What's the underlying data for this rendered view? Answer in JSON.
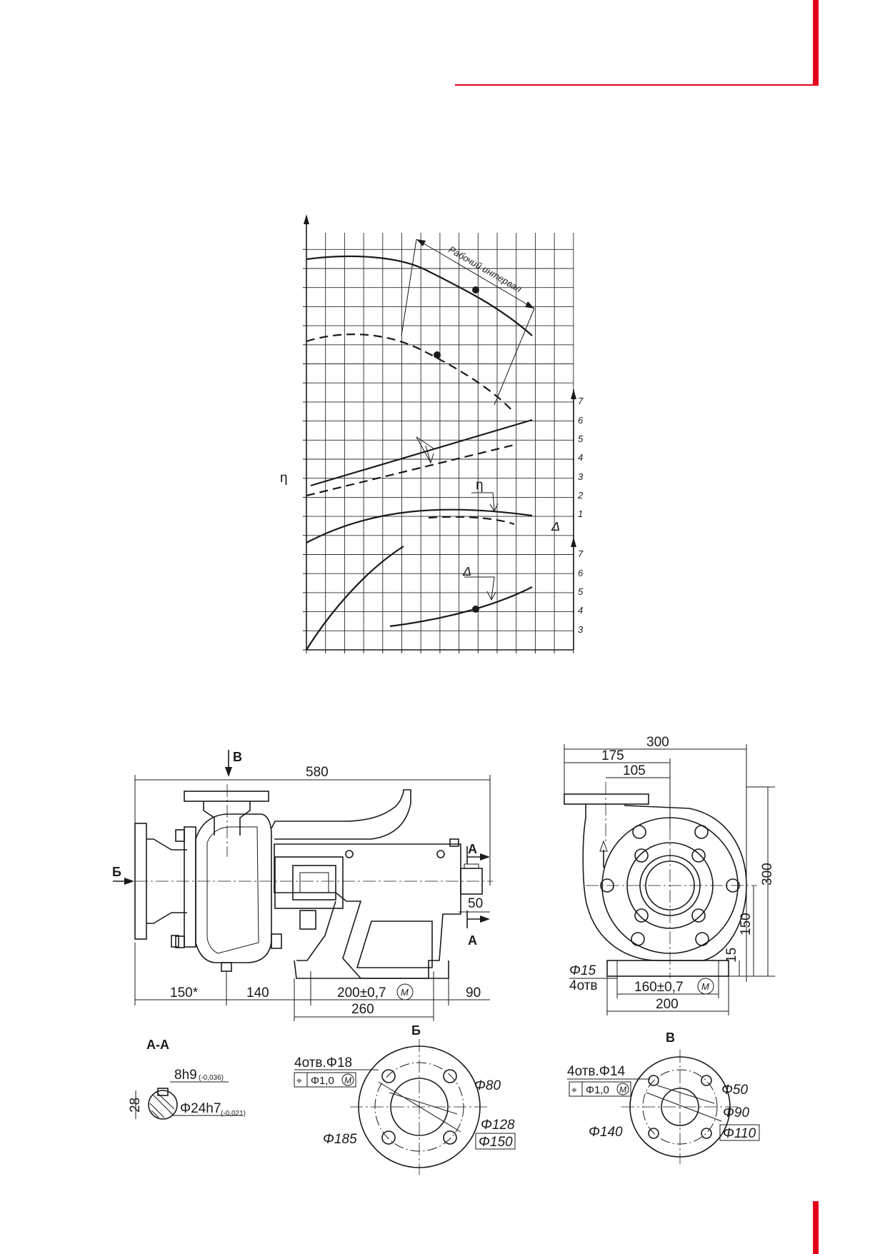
{
  "colors": {
    "accent": "#e3001b",
    "ink": "#1a1a1a",
    "paper": "#ffffff"
  },
  "chart": {
    "arrow_label": "Рабочий интервал",
    "eta_left": "η",
    "eta_curve": "η",
    "delta_right": "Δ",
    "delta_curve": "Δ",
    "upper_scale": [
      "7",
      "6",
      "5",
      "4",
      "3",
      "2",
      "1"
    ],
    "lower_scale": [
      "7",
      "6",
      "5",
      "4",
      "3"
    ]
  },
  "side_view": {
    "label_b_arrow": "В",
    "label_b_side": "Б",
    "label_a_top": "А",
    "label_a_bottom": "А",
    "dim_total": "580",
    "dim_150": "150*",
    "dim_140": "140",
    "dim_200": "200±0,7",
    "dim_90": "90",
    "dim_260": "260",
    "dim_50": "50",
    "m_symbol": "M"
  },
  "front_view": {
    "dim_300_top": "300",
    "dim_175": "175",
    "dim_105": "105",
    "dim_300_side": "300",
    "dim_150": "150",
    "dim_15": "15",
    "hole_label": "Φ15",
    "hole_count": "4отв",
    "dim_160": "160±0,7",
    "dim_200": "200",
    "m_symbol": "M"
  },
  "section_aa": {
    "title": "А-А",
    "key": "8h9",
    "key_tol": "(-0,036)",
    "height": "28",
    "shaft": "Φ24h7",
    "shaft_tol": "(-0,021)"
  },
  "view_b": {
    "title": "Б",
    "holes": "4отв.Φ18",
    "position_tol": "Φ1,0",
    "m_symbol": "M",
    "d80": "Φ80",
    "d128": "Φ128",
    "d150": "Φ150",
    "d185": "Φ185"
  },
  "view_v": {
    "title": "В",
    "holes": "4отв.Φ14",
    "position_tol": "Φ1,0",
    "m_symbol": "M",
    "d50": "Φ50",
    "d90": "Φ90",
    "d110": "Φ110",
    "d140": "Φ140"
  }
}
